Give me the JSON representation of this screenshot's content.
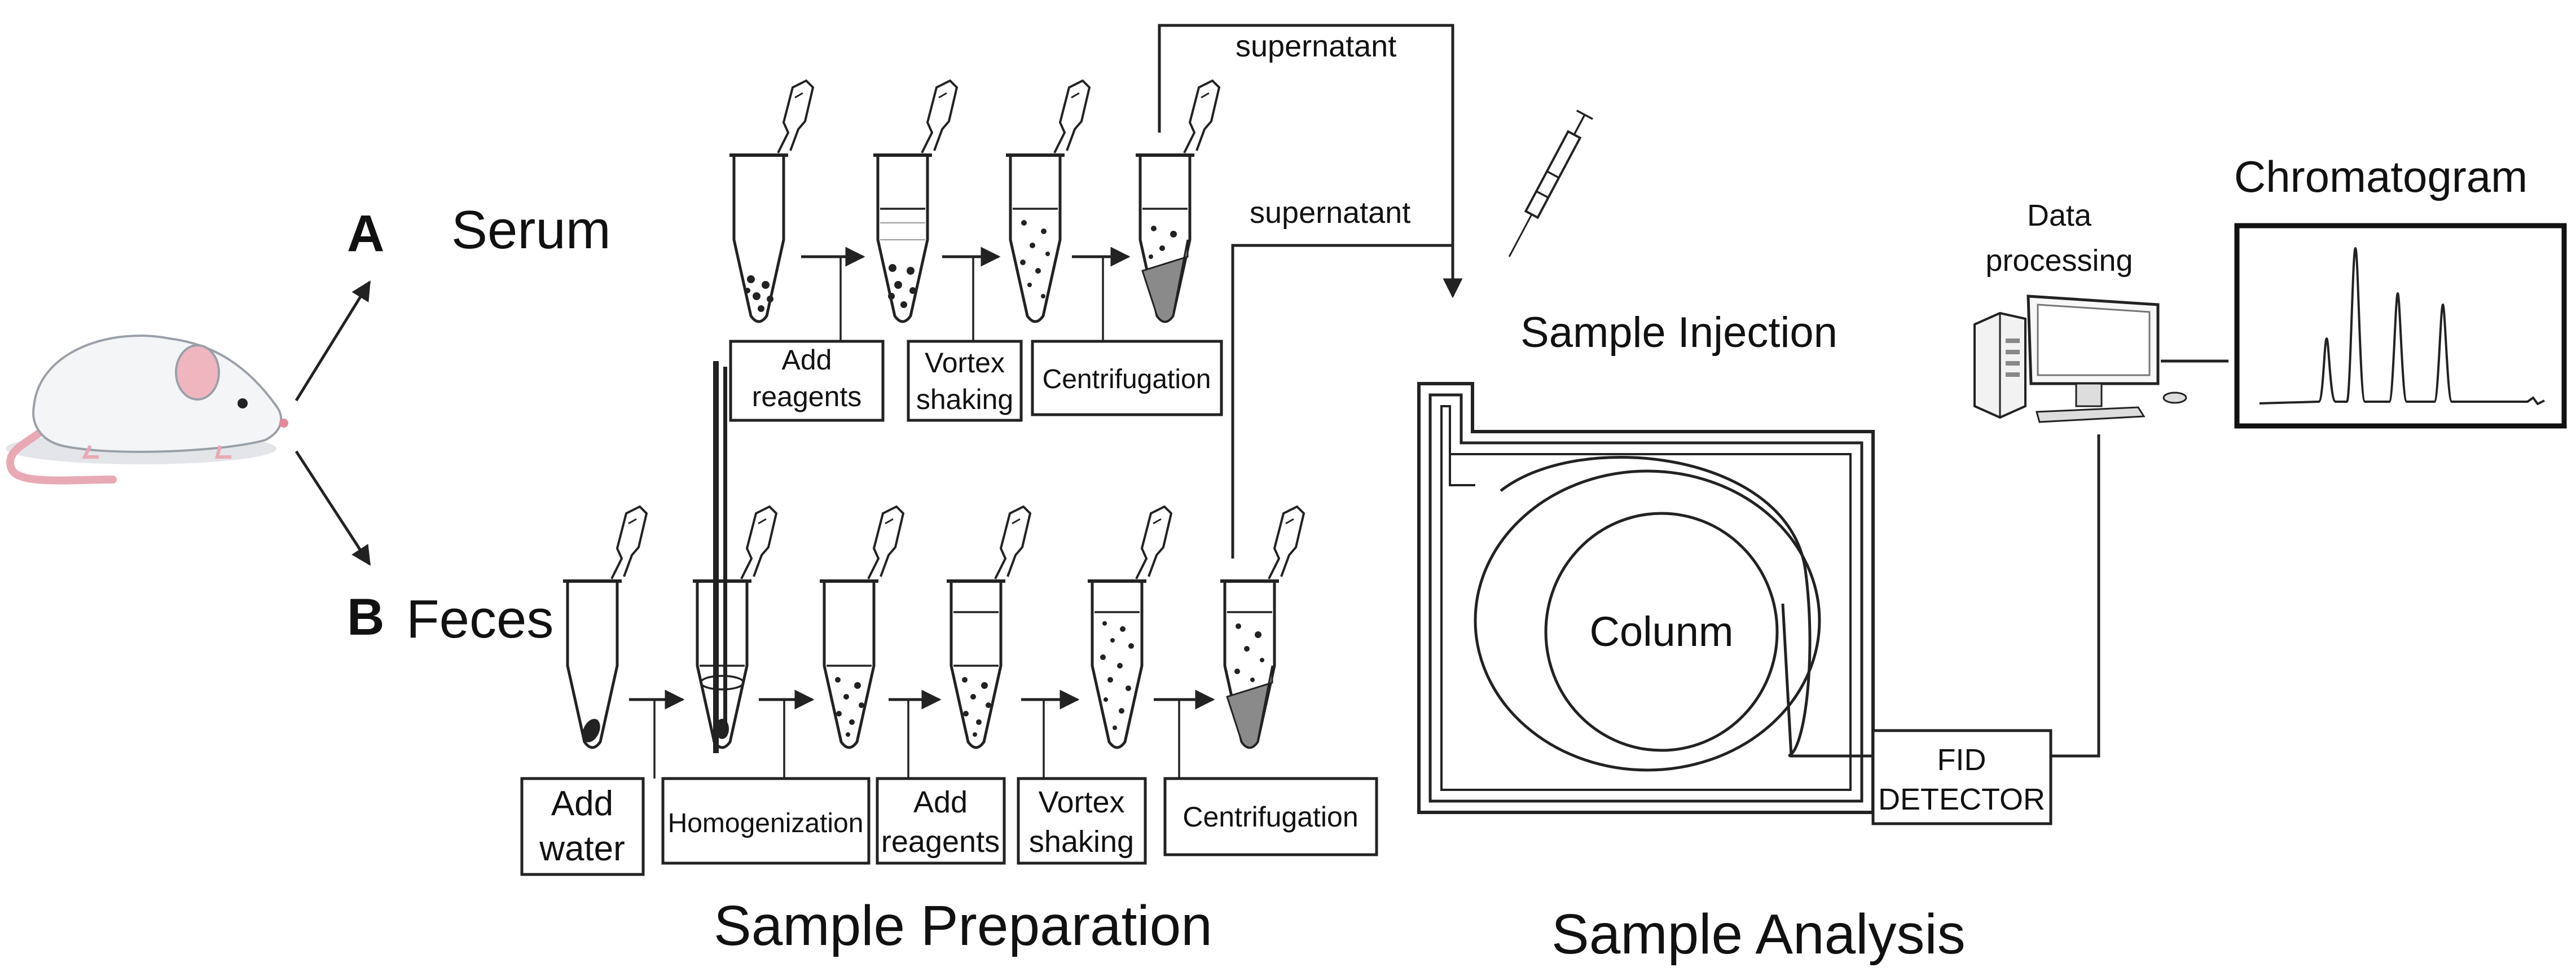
{
  "labels": {
    "branch_a": "A",
    "branch_b": "B",
    "serum": "Serum",
    "feces": "Feces",
    "supernatant_top": "supernatant",
    "supernatant_mid": "supernatant",
    "sample_injection": "Sample Injection",
    "data_processing_1": "Data",
    "data_processing_2": "processing",
    "chromatogram": "Chromatogram",
    "column": "Colunm",
    "fid_1": "FID",
    "fid_2": "DETECTOR",
    "sample_preparation": "Sample Preparation",
    "sample_analysis": "Sample Analysis"
  },
  "serum_steps": [
    {
      "line1": "Add",
      "line2": "reagents"
    },
    {
      "line1": "Vortex",
      "line2": "shaking"
    },
    {
      "line1": "Centrifugation",
      "line2": ""
    }
  ],
  "feces_steps": [
    {
      "line1": "Add",
      "line2": "water"
    },
    {
      "line1": "Homogenization",
      "line2": ""
    },
    {
      "line1": "Add",
      "line2": "reagents"
    },
    {
      "line1": "Vortex",
      "line2": "shaking"
    },
    {
      "line1": "Centrifugation",
      "line2": ""
    }
  ],
  "colors": {
    "ink": "#222222",
    "pellet": "#8a8a8a",
    "mouse_body": "#f4f5f7",
    "mouse_ear": "#f0b6c0",
    "mouse_tail": "#e9a9b4"
  }
}
